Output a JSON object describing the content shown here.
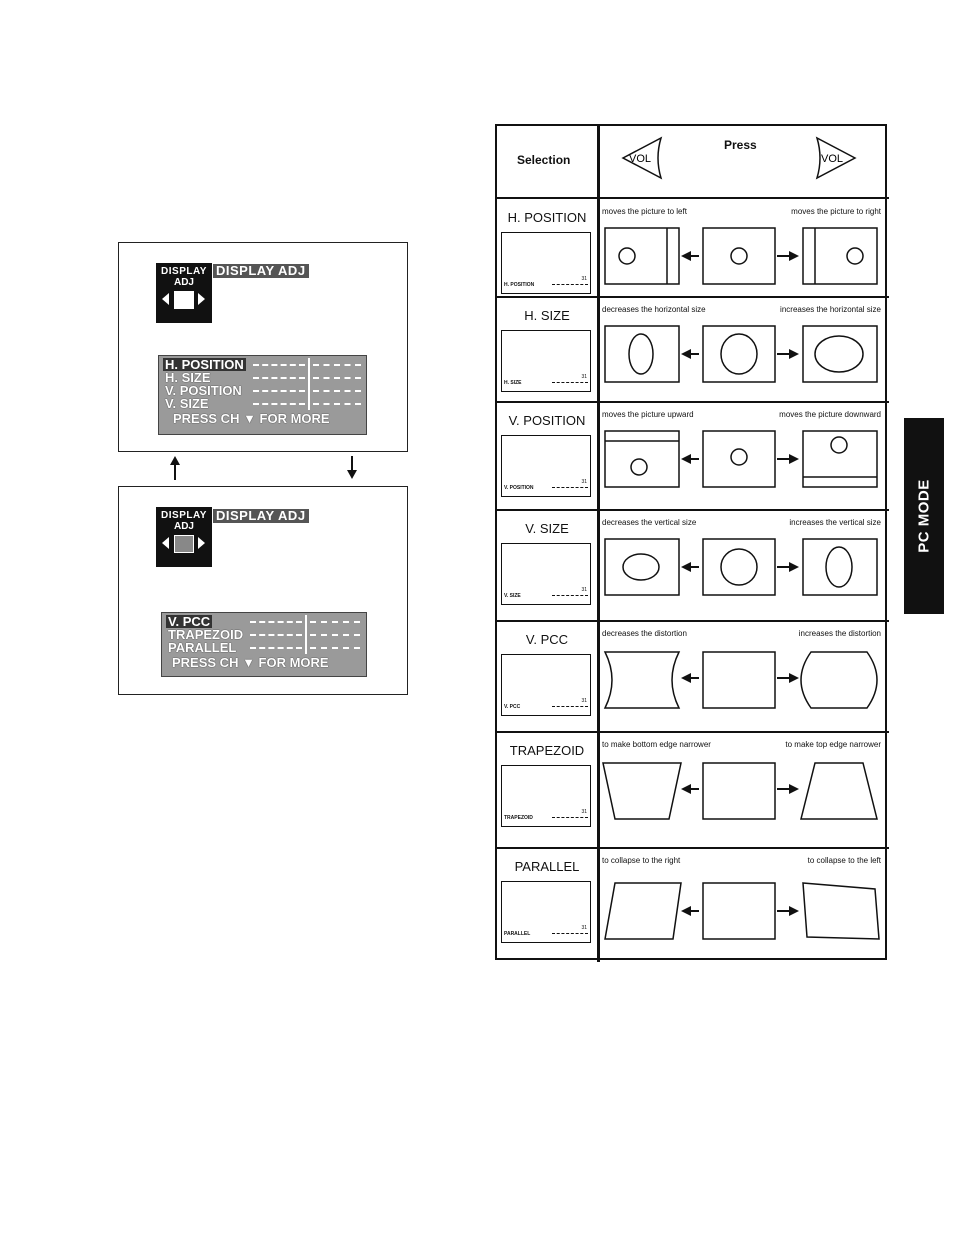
{
  "osd_top": {
    "icon_line1": "DISPLAY",
    "icon_line2": "ADJ",
    "title": "DISPLAY ADJ",
    "items": [
      "H. POSITION",
      "H. SIZE",
      "V. POSITION",
      "V. SIZE"
    ],
    "footer": "PRESS CH ▼ FOR MORE"
  },
  "osd_bottom": {
    "icon_line1": "DISPLAY",
    "icon_line2": "ADJ",
    "title": "DISPLAY ADJ",
    "items": [
      "V. PCC",
      "TRAPEZOID",
      "PARALLEL"
    ],
    "footer": "PRESS CH ▼ FOR MORE"
  },
  "table": {
    "header_selection": "Selection",
    "header_press": "Press",
    "vol_label": "VOL",
    "mini_value": "31",
    "rows": [
      {
        "name": "H. POSITION",
        "mini_label": "H. POSITION",
        "left": "moves the picture to left",
        "right": "moves the picture to right"
      },
      {
        "name": "H. SIZE",
        "mini_label": "H. SIZE",
        "left": "decreases the horizontal size",
        "right": "increases the horizontal size"
      },
      {
        "name": "V. POSITION",
        "mini_label": "V. POSITION",
        "left": "moves the picture upward",
        "right": "moves the picture downward"
      },
      {
        "name": "V. SIZE",
        "mini_label": "V. SIZE",
        "left": "decreases the vertical size",
        "right": "increases the vertical size"
      },
      {
        "name": "V. PCC",
        "mini_label": "V. PCC",
        "left": "decreases the distortion",
        "right": "increases the distortion"
      },
      {
        "name": "TRAPEZOID",
        "mini_label": "TRAPEZOID",
        "left": "to make bottom edge narrower",
        "right": "to make top edge narrower"
      },
      {
        "name": "PARALLEL",
        "mini_label": "PARALLEL",
        "left": "to collapse to the right",
        "right": "to collapse to the left"
      }
    ]
  },
  "side_tab": "PC MODE"
}
